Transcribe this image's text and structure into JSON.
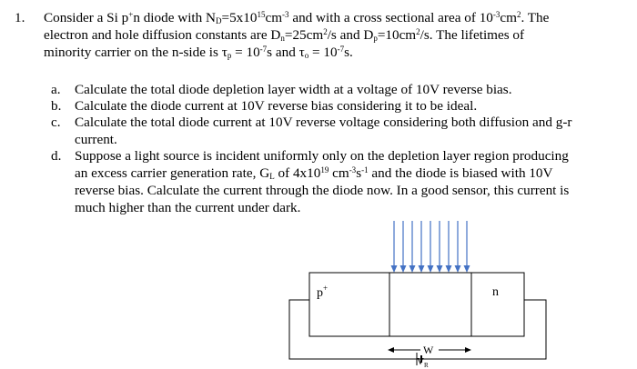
{
  "problem": {
    "number": "1.",
    "stem_lines": [
      [
        "Consider a Si p",
        {
          "sup": "+"
        },
        "n diode with N",
        {
          "sub": "D"
        },
        "=5x10",
        {
          "sup": "15"
        },
        "cm",
        {
          "sup": "-3"
        },
        " and with a cross sectional area of 10",
        {
          "sup": "-3"
        },
        "cm",
        {
          "sup": "2"
        },
        ". The"
      ],
      [
        "electron and hole diffusion constants are D",
        {
          "sub": "n"
        },
        "=25cm",
        {
          "sup": "2"
        },
        "/s and D",
        {
          "sub": "p"
        },
        "=10cm",
        {
          "sup": "2"
        },
        "/s. The lifetimes of"
      ],
      [
        "minority carrier on the n-side is τ",
        {
          "sub": "p"
        },
        " = 10",
        {
          "sup": "-7"
        },
        "s and τ",
        {
          "sub": "o"
        },
        " = 10",
        {
          "sup": "-7"
        },
        "s."
      ]
    ],
    "items": [
      {
        "letter": "a.",
        "lines": [
          [
            "Calculate the total diode depletion layer width at a voltage of 10V reverse bias."
          ]
        ]
      },
      {
        "letter": "b.",
        "lines": [
          [
            "Calculate the diode current at 10V reverse bias considering it to be ideal."
          ]
        ]
      },
      {
        "letter": "c.",
        "lines": [
          [
            "Calculate the total diode current at 10V reverse voltage considering both diffusion and g-r"
          ],
          [
            "current."
          ]
        ]
      },
      {
        "letter": "d.",
        "lines": [
          [
            "Suppose a light source is incident uniformly only on the depletion layer region producing"
          ],
          [
            "an excess carrier generation rate, G",
            {
              "sub": "L"
            },
            " of 4x10",
            {
              "sup": "19"
            },
            " cm",
            {
              "sup": "-3"
            },
            "s",
            {
              "sup": "-1"
            },
            " and the diode is biased with 10V"
          ],
          [
            "reverse bias. Calculate the current through the diode now. In a good sensor, this current is"
          ],
          [
            "much higher than the current under dark."
          ]
        ]
      }
    ]
  },
  "diagram": {
    "p_label": "p",
    "p_label_sup": "+",
    "n_label": "n",
    "w_label": "W",
    "vr_label": "V",
    "vr_sub": "R",
    "light_color": "#4472c4",
    "light_arrow_count": 9
  }
}
